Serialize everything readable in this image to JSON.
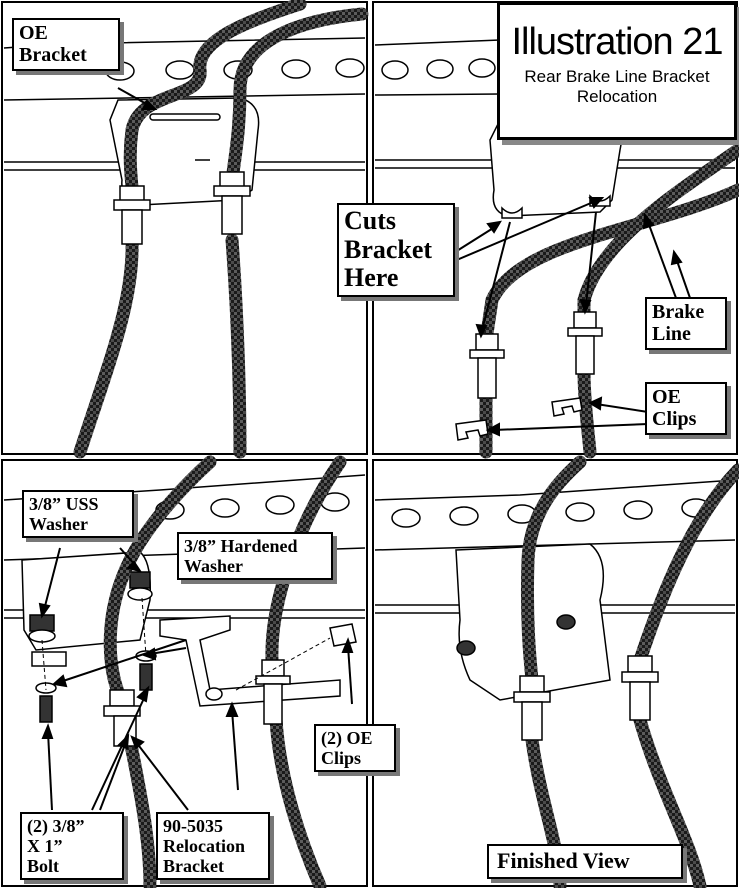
{
  "title": {
    "main": "Illustration 21",
    "subtitle_line1": "Rear Brake Line Bracket",
    "subtitle_line2": "Relocation"
  },
  "labels": {
    "oe_bracket": [
      "OE",
      "Bracket"
    ],
    "cuts_bracket_here": [
      "Cuts",
      "Bracket",
      "Here"
    ],
    "brake_line": [
      "Brake",
      "Line"
    ],
    "oe_clips": [
      "OE",
      "Clips"
    ],
    "uss_washer": [
      "3/8” USS",
      "Washer"
    ],
    "hardened_washer": [
      "3/8” Hardened",
      "Washer"
    ],
    "bolt": [
      "(2) 3/8”",
      "X 1”",
      "Bolt"
    ],
    "relocation_bracket": [
      "90-5035",
      "Relocation",
      "Bracket"
    ],
    "oe_clips_2": [
      "(2) OE",
      "Clips"
    ],
    "finished_view": "Finished View"
  },
  "colors": {
    "line": "#000000",
    "hose_dark": "#1a1a1a",
    "hose_light": "#6a6a6a",
    "label_shadow": "#777777"
  }
}
